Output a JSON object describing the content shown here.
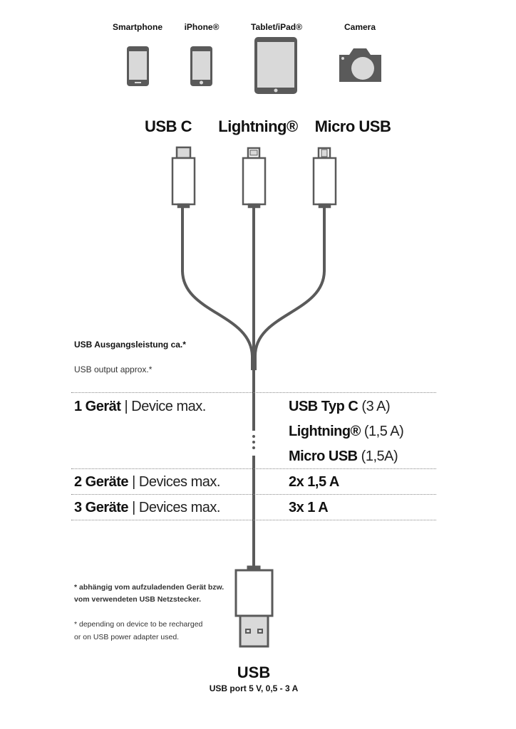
{
  "devices": [
    "Smartphone",
    "iPhone®",
    "Tablet/iPad®",
    "Camera"
  ],
  "connectors": [
    "USB C",
    "Lightning®",
    "Micro USB"
  ],
  "output": {
    "heading_de": "USB Ausgangsleistung ca.*",
    "heading_en": "USB output approx.*",
    "rows": [
      {
        "count": "1 Gerät",
        "sep": " | ",
        "label": "Device max.",
        "values": [
          {
            "name": "USB Typ C",
            "amp": " (3 A)"
          },
          {
            "name": "Lightning®",
            "amp": " (1,5 A)"
          },
          {
            "name": "Micro USB",
            "amp": " (1,5A)"
          }
        ]
      },
      {
        "count": "2 Geräte",
        "sep": " | ",
        "label": "Devices max.",
        "value": "2x 1,5 A"
      },
      {
        "count": "3 Geräte",
        "sep": " | ",
        "label": "Devices max.",
        "value": "3x 1 A"
      }
    ]
  },
  "footnotes": {
    "de_1": "* abhängig vom aufzuladenden Gerät bzw.",
    "de_2": "vom verwendeten USB Netzstecker.",
    "en_1": "* depending on device to be recharged",
    "en_2": "or on USB power adapter used."
  },
  "usb": {
    "title": "USB",
    "spec": "USB port 5 V, 0,5  - 3 A"
  },
  "colors": {
    "stroke": "#5a5a5a",
    "fill": "#d9d9d9"
  }
}
